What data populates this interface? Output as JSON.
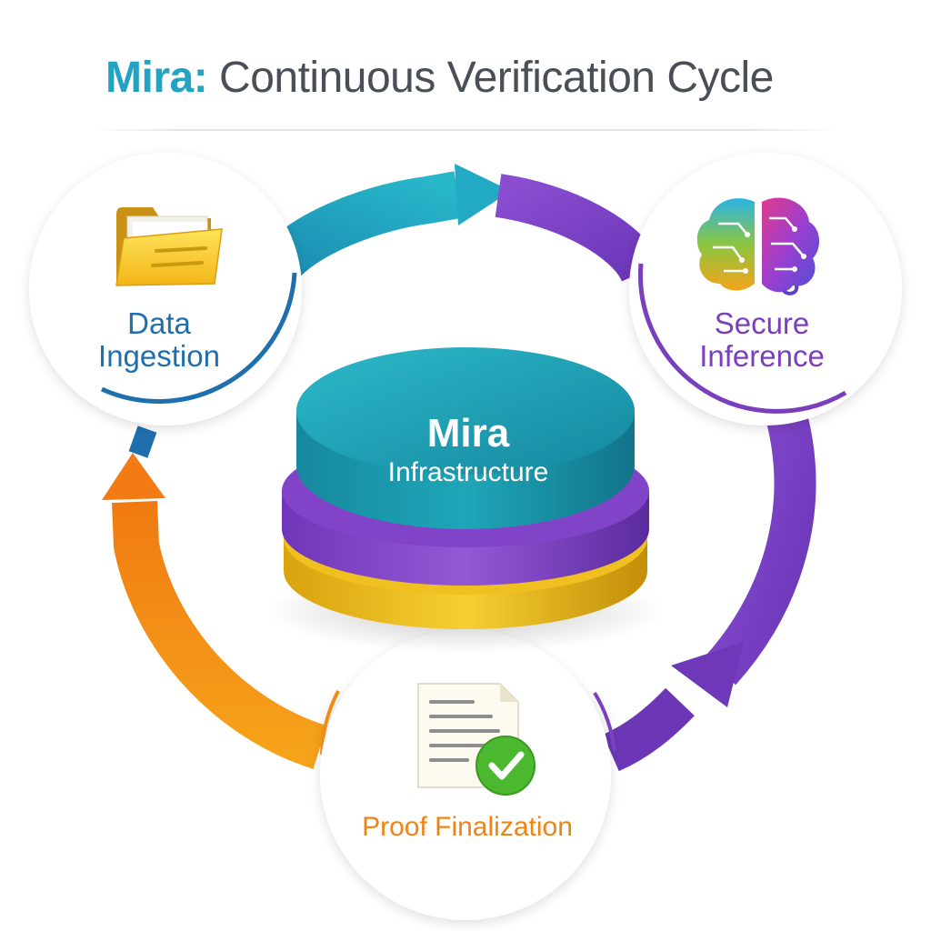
{
  "title": {
    "brand": "Mira:",
    "rest": " Continuous Verification Cycle"
  },
  "center": {
    "line1": "Mira",
    "line2": "Infrastructure"
  },
  "stages": [
    {
      "label_line1": "Data",
      "label_line2": "Ingestion",
      "icon": "folder-icon",
      "color": "#1f6fae"
    },
    {
      "label_line1": "Secure",
      "label_line2": "Inference",
      "icon": "brain-icon",
      "color": "#7a3fbd"
    },
    {
      "label": "Proof Finalization",
      "icon": "document-check-icon",
      "color": "#ef8415"
    }
  ],
  "colors": {
    "teal": "#1fa6bf",
    "purple": "#7b40c4",
    "orange": "#f28a14",
    "gold": "#e4b416",
    "check": "#4bb82f"
  }
}
